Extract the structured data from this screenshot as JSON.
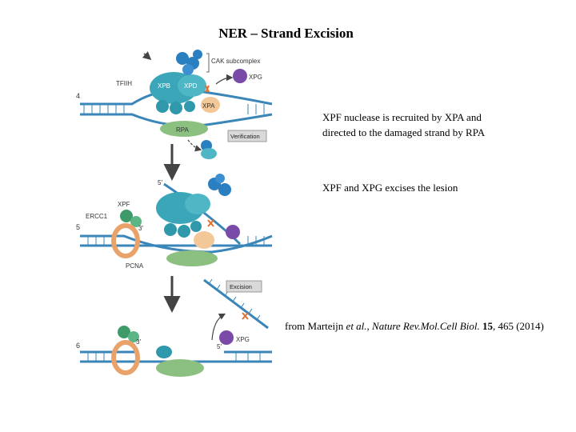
{
  "title": "NER – Strand Excision",
  "captions": {
    "recruit_line1": "XPF nuclease is recruited by XPA and",
    "recruit_line2": "directed to the damaged strand by RPA",
    "excise": "XPF and XPG excises the lesion"
  },
  "citation": {
    "prefix": "from Marteijn ",
    "etal": "et al.",
    "sep": ", ",
    "journal": "Nature Rev.Mol.Cell Biol.",
    "space": " ",
    "volume": "15",
    "rest": ", 465 (2014)"
  },
  "figure": {
    "labels": {
      "cak": "CAK subcomplex",
      "tfiih": "TFIIH",
      "xpb": "XPB",
      "xpd": "XPD",
      "xpg": "XPG",
      "xpa": "XPA",
      "rpa": "RPA",
      "verification": "Verification",
      "xpf": "XPF",
      "ercc1": "ERCC1",
      "pcna": "PCNA",
      "excision": "Excision",
      "three_prime": "3′",
      "five_prime": "5′",
      "step4": "4",
      "step5": "5",
      "step6": "6"
    },
    "colors": {
      "dna": "#3a86b8",
      "tfiih_core": "#3aa6b8",
      "cak_blue": "#2a7fc0",
      "xpg_purple": "#7a4aa8",
      "rpa_green": "#8cc080",
      "xpa_peach": "#f2c898",
      "xpf_green": "#3f9a6a",
      "lesion": "#e07030",
      "pcna_ring": "#e9a36a",
      "label_box": "#d9d9d9"
    }
  }
}
